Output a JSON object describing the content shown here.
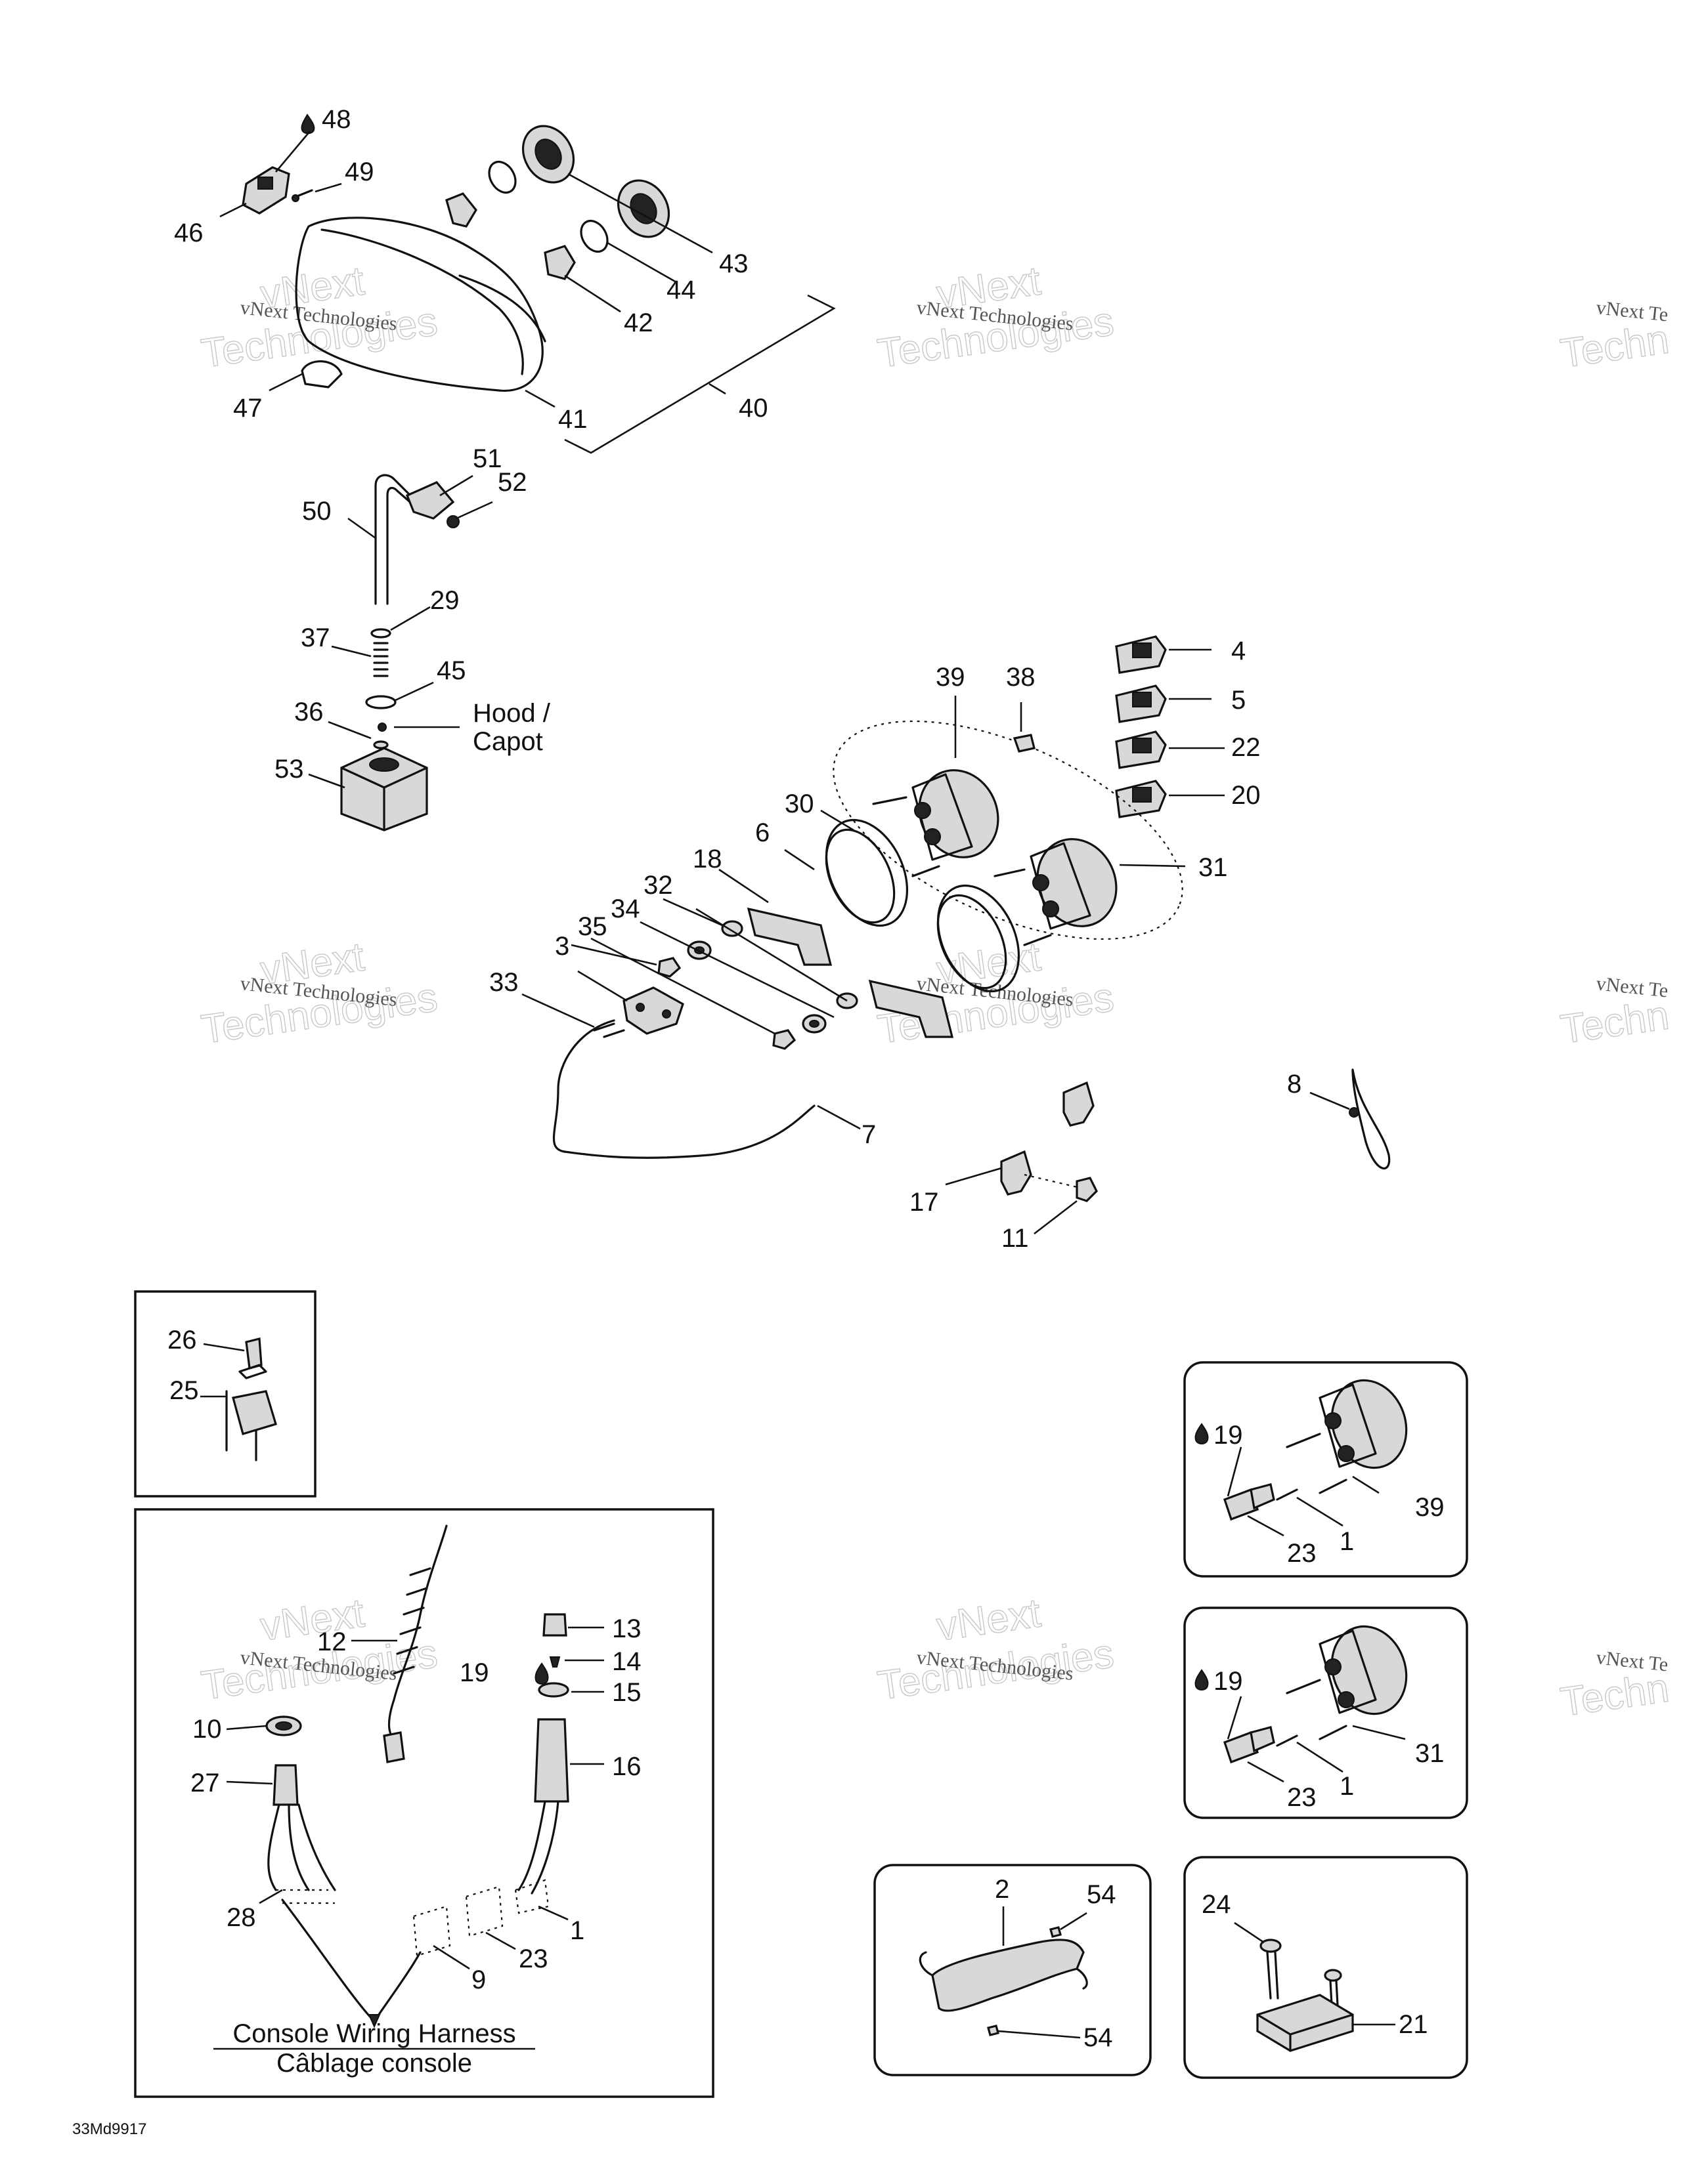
{
  "callouts": [
    {
      "id": "c48",
      "text": "48"
    },
    {
      "id": "c49",
      "text": "49"
    },
    {
      "id": "c46",
      "text": "46"
    },
    {
      "id": "c43",
      "text": "43"
    },
    {
      "id": "c44",
      "text": "44"
    },
    {
      "id": "c42",
      "text": "42"
    },
    {
      "id": "c47",
      "text": "47"
    },
    {
      "id": "c41",
      "text": "41"
    },
    {
      "id": "c40",
      "text": "40"
    },
    {
      "id": "c51",
      "text": "51"
    },
    {
      "id": "c52",
      "text": "52"
    },
    {
      "id": "c50",
      "text": "50"
    },
    {
      "id": "c29",
      "text": "29"
    },
    {
      "id": "c37",
      "text": "37"
    },
    {
      "id": "c45",
      "text": "45"
    },
    {
      "id": "c36",
      "text": "36"
    },
    {
      "id": "c53",
      "text": "53"
    },
    {
      "id": "c4",
      "text": "4"
    },
    {
      "id": "c5",
      "text": "5"
    },
    {
      "id": "c22",
      "text": "22"
    },
    {
      "id": "c20",
      "text": "20"
    },
    {
      "id": "c39",
      "text": "39"
    },
    {
      "id": "c38",
      "text": "38"
    },
    {
      "id": "c30",
      "text": "30"
    },
    {
      "id": "c6",
      "text": "6"
    },
    {
      "id": "c31",
      "text": "31"
    },
    {
      "id": "c18",
      "text": "18"
    },
    {
      "id": "c32",
      "text": "32"
    },
    {
      "id": "c34",
      "text": "34"
    },
    {
      "id": "c35",
      "text": "35"
    },
    {
      "id": "c3",
      "text": "3"
    },
    {
      "id": "c33",
      "text": "33"
    },
    {
      "id": "c7",
      "text": "7"
    },
    {
      "id": "c8",
      "text": "8"
    },
    {
      "id": "c17",
      "text": "17"
    },
    {
      "id": "c11",
      "text": "11"
    },
    {
      "id": "c26",
      "text": "26"
    },
    {
      "id": "c25",
      "text": "25"
    },
    {
      "id": "c12",
      "text": "12"
    },
    {
      "id": "c13",
      "text": "13"
    },
    {
      "id": "c14",
      "text": "14"
    },
    {
      "id": "c19a",
      "text": "19"
    },
    {
      "id": "c15",
      "text": "15"
    },
    {
      "id": "c10",
      "text": "10"
    },
    {
      "id": "c27",
      "text": "27"
    },
    {
      "id": "c16",
      "text": "16"
    },
    {
      "id": "c28",
      "text": "28"
    },
    {
      "id": "c1a",
      "text": "1"
    },
    {
      "id": "c23a",
      "text": "23"
    },
    {
      "id": "c9",
      "text": "9"
    },
    {
      "id": "c19b",
      "text": "19"
    },
    {
      "id": "c39b",
      "text": "39"
    },
    {
      "id": "c1b",
      "text": "1"
    },
    {
      "id": "c23b",
      "text": "23"
    },
    {
      "id": "c19c",
      "text": "19"
    },
    {
      "id": "c31b",
      "text": "31"
    },
    {
      "id": "c1c",
      "text": "1"
    },
    {
      "id": "c23c",
      "text": "23"
    },
    {
      "id": "c2",
      "text": "2"
    },
    {
      "id": "c54a",
      "text": "54"
    },
    {
      "id": "c54b",
      "text": "54"
    },
    {
      "id": "c24",
      "text": "24"
    },
    {
      "id": "c21",
      "text": "21"
    }
  ],
  "hood_label": {
    "line1": "Hood /",
    "line2": "Capot"
  },
  "harness_label": {
    "line1": "Console Wiring Harness",
    "line2": "Câblage console"
  },
  "drawing_code": "33Md9917",
  "watermark": {
    "small": "vNext Technologies",
    "big1": "vNext",
    "big2": "Technologies"
  }
}
